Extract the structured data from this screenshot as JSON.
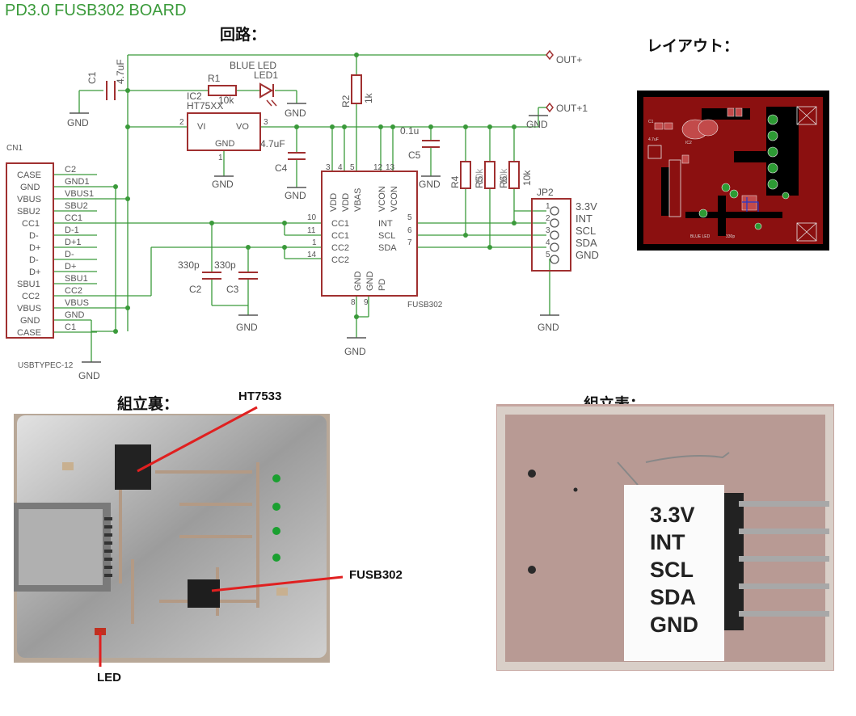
{
  "title": "PD3.0 FUSB302 BOARD",
  "sections": {
    "circuit": "回路：",
    "layout": "レイアウト：",
    "back": "組立裏：",
    "front": "組立表："
  },
  "schematic": {
    "out_plus": "OUT+",
    "out_plus1": "OUT+1",
    "c1": "C1",
    "c1_val": "4.7uF",
    "r1": "R1",
    "r1_val": "10k",
    "led1": "LED1",
    "blue_led": "BLUE LED",
    "ic2": "IC2",
    "ic2_part": "HT75XX",
    "vi": "VI",
    "vo": "VO",
    "ic2_gnd": "GND",
    "pin2": "2",
    "pin3": "3",
    "pin1": "1",
    "r2": "R2",
    "r2_val": "1k",
    "c4": "C4",
    "c4_val": "4.7uF",
    "c5": "C5",
    "c5_val": "0.1u",
    "r4": "R4",
    "r5": "R5",
    "r6": "R6",
    "r_val": "10k",
    "gnd": "GND",
    "cn1": "CN1",
    "usbc_left": [
      "CASE",
      "GND",
      "VBUS",
      "SBU2",
      "CC1",
      "D-",
      "D+",
      "D-",
      "D+",
      "SBU1",
      "CC2",
      "VBUS",
      "GND",
      "CASE"
    ],
    "usbc_right": [
      "C2",
      "GND1",
      "VBUS1",
      "SBU2",
      "CC1",
      "D-1",
      "D+1",
      "D-",
      "D+",
      "SBU1",
      "CC2",
      "VBUS",
      "GND",
      "C1"
    ],
    "usbc_part": "USBTYPEC-12",
    "c2": "C2",
    "c3": "C3",
    "c2_val": "330p",
    "c3_val": "330p",
    "fusb_top_pins": [
      "3",
      "4",
      "5",
      "12",
      "13"
    ],
    "fusb_top_names": [
      "VDD",
      "VDD",
      "VBAS",
      "VCON",
      "VCON"
    ],
    "fusb_left_pins": [
      "10",
      "11",
      "1",
      "14"
    ],
    "fusb_left_names": [
      "CC1",
      "CC1",
      "CC2",
      "CC2"
    ],
    "fusb_right_names": [
      "INT",
      "SCL",
      "SDA"
    ],
    "fusb_right_pins": [
      "5",
      "6",
      "7"
    ],
    "fusb_bottom_names": [
      "GND",
      "GND",
      "PD"
    ],
    "fusb_bottom_pins": [
      "8",
      "9"
    ],
    "fusb_part": "FUSB302",
    "jp2": "JP2",
    "jp2_pins": [
      "1",
      "2",
      "3",
      "4",
      "5"
    ],
    "jp2_labels": [
      "3.3V",
      "INT",
      "SCL",
      "SDA",
      "GND"
    ]
  },
  "layout_silk": {
    "c1": "C1",
    "val1": "4.7uF",
    "ic2": "IC2",
    "blue_led": "BLUE LED",
    "c2": "330p"
  },
  "back_photo": {
    "ht7533": "HT7533",
    "fusb302": "FUSB302",
    "led": "LED"
  },
  "front_photo": {
    "labels": [
      "3.3V",
      "INT",
      "SCL",
      "SDA",
      "GND"
    ]
  },
  "colors": {
    "wire": "#3a9a3a",
    "component": "#a03030",
    "text": "#555555",
    "pcb_red": "#8b1010",
    "callout": "#e02020"
  }
}
